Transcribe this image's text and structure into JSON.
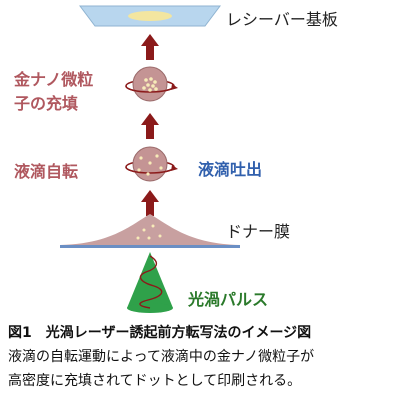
{
  "labels": {
    "receiver": "レシーバー基板",
    "filling_line1": "金ナノ微粒",
    "filling_line2": "子の充填",
    "droplet_rotation": "液滴自転",
    "droplet_ejection": "液滴吐出",
    "donor_film": "ドナー膜",
    "vortex_pulse": "光渦パルス"
  },
  "caption": {
    "title": "図1　光渦レーザー誘起前方転写法のイメージ図",
    "line1": "液滴の自転運動によって液滴中の金ナノ微粒子が",
    "line2": "高密度に充填されてドットとして印刷される。"
  },
  "colors": {
    "label_rose": "#b0585f",
    "label_blue": "#3160ad",
    "label_green": "#2b7a2b",
    "arrow": "#8b1a1a",
    "droplet": "#c49494",
    "droplet_rim": "#9a6a6a",
    "particle": "#f7ebb8",
    "substrate": "#b8d6ee",
    "substrate_center": "#f3e6a0",
    "film": "#c8a0a0",
    "beam": "#2fa14a",
    "helix": "#8b1a1a"
  }
}
